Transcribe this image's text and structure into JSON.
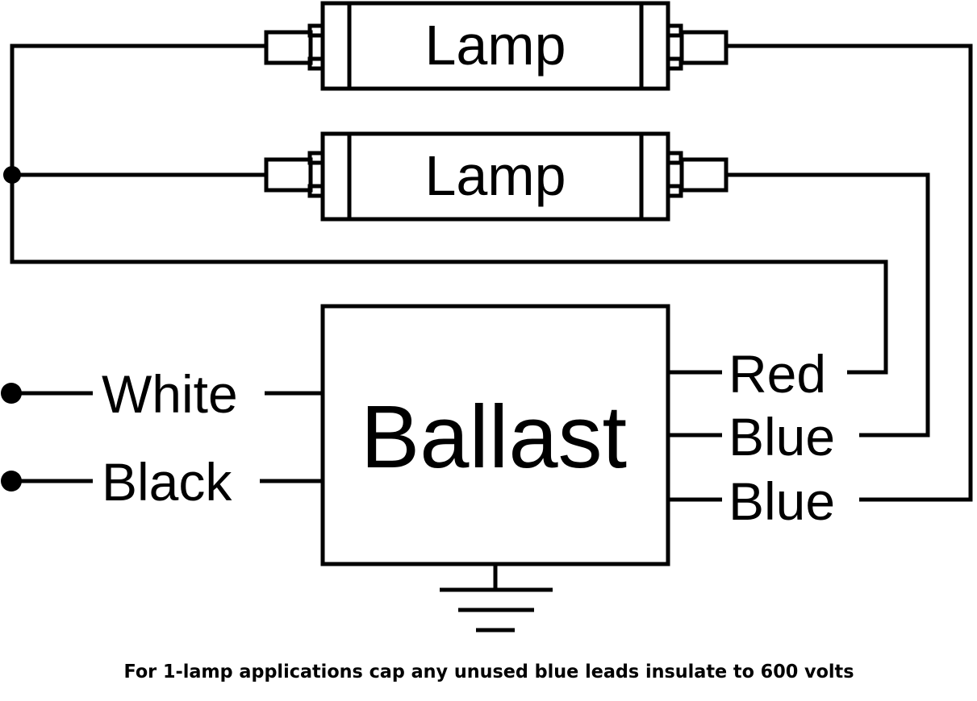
{
  "lamps": [
    {
      "label": "Lamp"
    },
    {
      "label": "Lamp"
    }
  ],
  "ballast": {
    "label": "Ballast"
  },
  "inputs": {
    "white": "White",
    "black": "Black"
  },
  "outputs": {
    "red": "Red",
    "blue1": "Blue",
    "blue2": "Blue"
  },
  "caption": "For 1-lamp applications cap any unused blue leads insulate to 600 volts"
}
